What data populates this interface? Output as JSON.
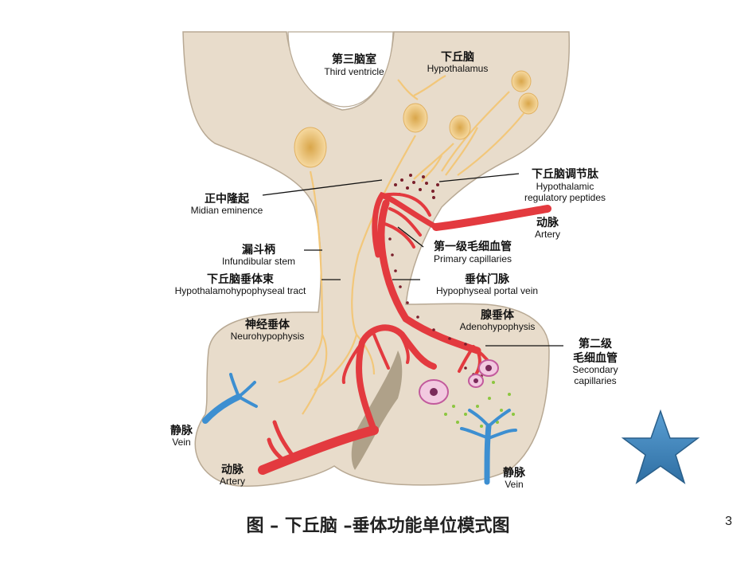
{
  "labels": {
    "third_ventricle": {
      "zh": "第三脑室",
      "en": "Third ventricle"
    },
    "hypothalamus": {
      "zh": "下丘脑",
      "en": "Hypothalamus"
    },
    "regulatory_peptides": {
      "zh": "下丘脑调节肽",
      "en1": "Hypothalamic",
      "en2": "regulatory peptides"
    },
    "median_eminence": {
      "zh": "正中隆起",
      "en": "Midian eminence"
    },
    "artery_top": {
      "zh": "动脉",
      "en": "Artery"
    },
    "primary_capillaries": {
      "zh": "第一级毛细血管",
      "en": "Primary capillaries"
    },
    "infundibular_stem": {
      "zh": "漏斗柄",
      "en": "Infundibular stem"
    },
    "tract": {
      "zh": "下丘脑垂体束",
      "en": "Hypothalamohypophyseal tract"
    },
    "portal_vein": {
      "zh": "垂体门脉",
      "en": "Hypophyseal portal vein"
    },
    "adenohypophysis": {
      "zh": "腺垂体",
      "en": "Adenohypophysis"
    },
    "neurohypophysis": {
      "zh": "神经垂体",
      "en": "Neurohypophysis"
    },
    "secondary_capillaries": {
      "zh1": "第二级",
      "zh2": "毛细血管",
      "en1": "Secondary",
      "en2": "capillaries"
    },
    "vein_left": {
      "zh": "静脉",
      "en": "Vein"
    },
    "artery_bottom": {
      "zh": "动脉",
      "en": "Artery"
    },
    "vein_right": {
      "zh": "静脉",
      "en": "Vein"
    }
  },
  "caption": "图 – 下丘脑 –垂体功能单位模式图",
  "page_number": "3",
  "colors": {
    "tissue": "#e8dccb",
    "tissue_edge": "#b8a994",
    "neuron": "#f2c77a",
    "artery": "#e33a3f",
    "vein": "#3d8fd1",
    "star": "#3a7fb8"
  }
}
